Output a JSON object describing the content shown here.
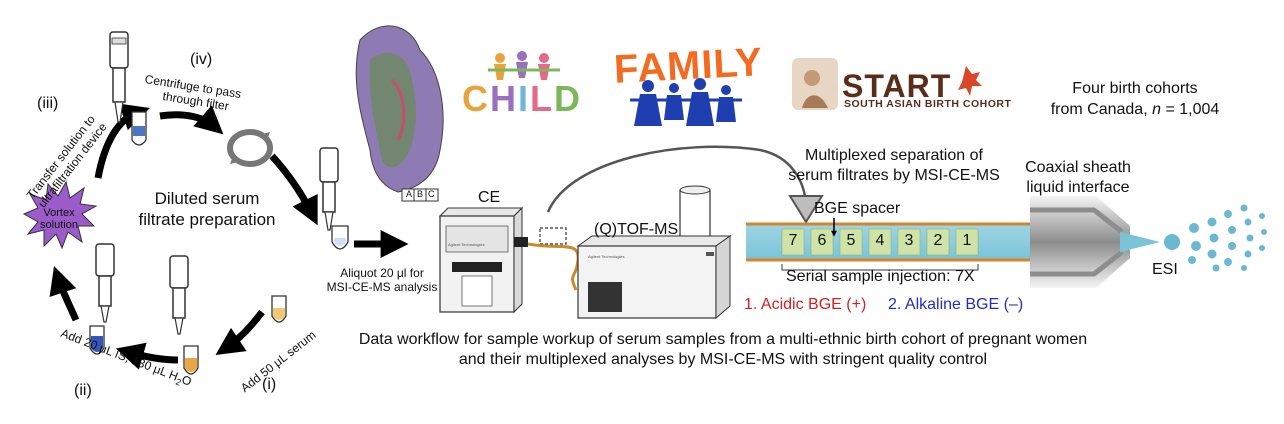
{
  "steps": {
    "iv_numeral": "(iv)",
    "iv_text_1": "Centrifuge to pass",
    "iv_text_2": "through filter",
    "iii_numeral": "(iii)",
    "iii_text_1": "Transfer solution to",
    "iii_text_2": "ultrafiltration device",
    "vortex_1": "Vortex",
    "vortex_2": "solution",
    "center_1": "Diluted serum",
    "center_2": "filtrate preparation",
    "ii_numeral": "(ii)",
    "ii_text": "Add 20 μL IS, 130 μL H",
    "ii_sub": "2",
    "ii_text_end": "O",
    "i_numeral": "(i)",
    "i_text": "Add 50 μL serum",
    "aliquot_1": "Aliquot 20 μl for",
    "aliquot_2": "MSI-CE-MS analysis"
  },
  "logos": {
    "child": [
      "C",
      "H",
      "I",
      "L",
      "D"
    ],
    "child_colors": [
      "#e8a33d",
      "#9b6fc0",
      "#6fb8d8",
      "#e46a8a",
      "#7cb85a"
    ],
    "family": "FAMILY",
    "start": "START",
    "start_sub": "SOUTH ASIAN BIRTH COHORT",
    "abc_block": "ABC"
  },
  "cohorts": {
    "line1": "Four birth cohorts",
    "line2_prefix": "from Canada, ",
    "line2_n": "n",
    "line2_suffix": " = 1,004"
  },
  "instruments": {
    "ce": "CE",
    "ms": "(Q)TOF-MS",
    "brand": "Agilent Technologies"
  },
  "separation": {
    "title_1": "Multiplexed separation of",
    "title_2": "serum filtrates by MSI-CE-MS",
    "spacer": "BGE spacer",
    "sheath_1": "Coaxial sheath",
    "sheath_2": "liquid interface",
    "samples": [
      "7",
      "6",
      "5",
      "4",
      "3",
      "2",
      "1"
    ],
    "serial": "Serial sample injection: 7X",
    "esi": "ESI",
    "acidic": "1. Acidic BGE (+)",
    "alkaline": "2. Alkaline BGE (–)",
    "acidic_color": "#d42020",
    "alkaline_color": "#1f2fc0"
  },
  "caption": {
    "line1": "Data workflow for sample workup of serum samples from a multi-ethnic birth cohort of pregnant women",
    "line2": "and their multiplexed analyses by MSI-CE-MS with stringent quality control"
  }
}
